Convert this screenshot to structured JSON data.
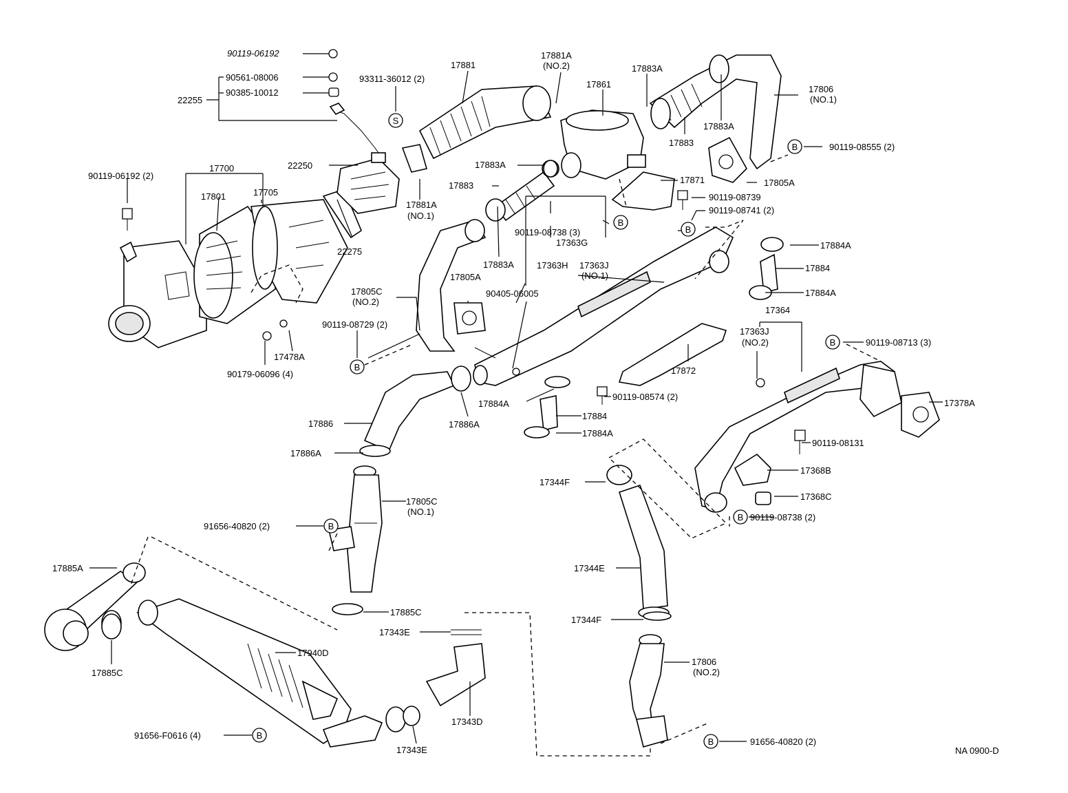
{
  "diagram": {
    "code": "NA 0900-D",
    "part_numbers": {
      "p22255": "22255",
      "p90119_06192_top": "90119-06192",
      "p90561": "90561-08006",
      "p90385": "90385-10012",
      "p93311": "93311-36012 (2)",
      "p17881": "17881",
      "p17881A_no2": "17881A",
      "p17881A_no2_sub": "(NO.2)",
      "p17861": "17861",
      "p17883A_top": "17883A",
      "p17806_no1": "17806",
      "p17806_no1_sub": "(NO.1)",
      "p17883A_r": "17883A",
      "p17883_top": "17883",
      "p90119_08555": "90119-08555 (2)",
      "p17805A_top": "17805A",
      "p90119_06192_2": "90119-06192 (2)",
      "p17700": "17700",
      "p17801": "17801",
      "p17705": "17705",
      "p22250": "22250",
      "p17881A_no1": "17881A",
      "p17881A_no1_sub": "(NO.1)",
      "p17883A_mid": "17883A",
      "p17883_mid": "17883",
      "p17871": "17871",
      "p90119_08739": "90119-08739",
      "p90119_08741": "90119-08741 (2)",
      "p90119_08738_3": "90119-08738 (3)",
      "p17363G": "17363G",
      "p22275": "22275",
      "p17883A_low": "17883A",
      "p17363H": "17363H",
      "p17363J_no1": "17363J",
      "p17363J_no1_sub": "(NO.1)",
      "p17884A_a": "17884A",
      "p17884_a": "17884",
      "p17884A_b": "17884A",
      "p17805C_no2": "17805C",
      "p17805C_no2_sub": "(NO.2)",
      "p17805A_mid": "17805A",
      "p90405": "90405-06005",
      "p17364": "17364",
      "p17363J_no2": "17363J",
      "p17363J_no2_sub": "(NO.2)",
      "p90119_08729": "90119-08729 (2)",
      "p17478A": "17478A",
      "p90179": "90179-06096 (4)",
      "p90119_08713": "90119-08713 (3)",
      "p17872": "17872",
      "p17884A_c": "17884A",
      "p90119_08574": "90119-08574 (2)",
      "p17886": "17886",
      "p17886A_a": "17886A",
      "p17884_b": "17884",
      "p17884A_d": "17884A",
      "p17378A": "17378A",
      "p90119_08131": "90119-08131",
      "p17886A_b": "17886A",
      "p17368B": "17368B",
      "p17344F_a": "17344F",
      "p17805C_no1": "17805C",
      "p17805C_no1_sub": "(NO.1)",
      "p17368C": "17368C",
      "p90119_08738_2": "90119-08738 (2)",
      "p91656_40820_a": "91656-40820 (2)",
      "p17885A": "17885A",
      "p17344E": "17344E",
      "p17885C_a": "17885C",
      "p17344F_b": "17344F",
      "p17343E_a": "17343E",
      "p17940D": "17940D",
      "p17806_no2": "17806",
      "p17806_no2_sub": "(NO.2)",
      "p17885C_b": "17885C",
      "p17343D": "17343D",
      "p91656_F0616": "91656-F0616 (4)",
      "p17343E_b": "17343E",
      "p91656_40820_b": "91656-40820 (2)"
    },
    "markers": {
      "B": "B",
      "S": "S"
    }
  }
}
